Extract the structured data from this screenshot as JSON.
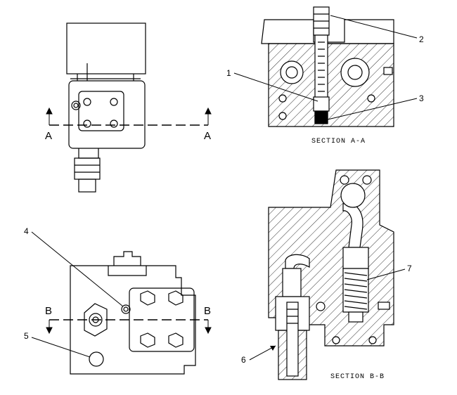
{
  "callouts": [
    "1",
    "2",
    "3",
    "4",
    "5",
    "6",
    "7"
  ],
  "section_marks": {
    "a_left": "A",
    "a_right": "A",
    "b_left": "B",
    "b_right": "B"
  },
  "section_titles": {
    "aa": "SECTION A-A",
    "bb": "SECTION B-B"
  }
}
